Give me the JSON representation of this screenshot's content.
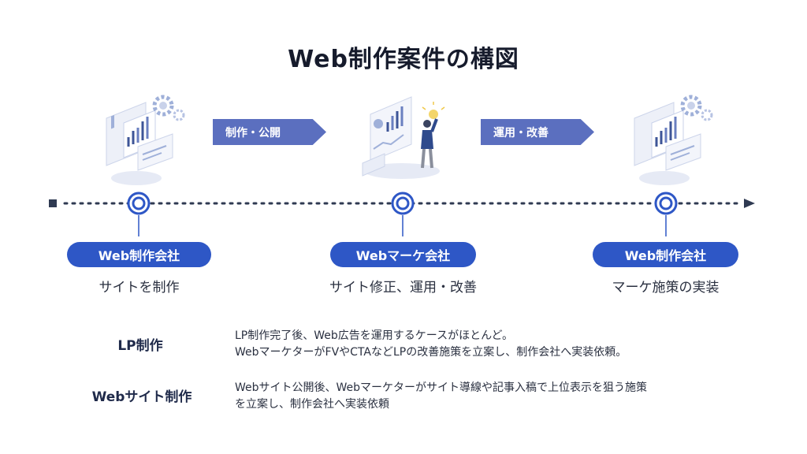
{
  "title": "Web制作案件の構図",
  "flow": {
    "arrows": [
      "制作・公開",
      "運用・改善"
    ],
    "stages": [
      {
        "badge": "Web制作会社",
        "description": "サイトを制作"
      },
      {
        "badge": "Webマーケ会社",
        "description": "サイト修正、運用・改善"
      },
      {
        "badge": "Web制作会社",
        "description": "マーケ施策の実装"
      }
    ]
  },
  "cases": [
    {
      "label": "LP制作",
      "lines": [
        "LP制作完了後、Web広告を運用するケースがほとんど。",
        "WebマーケターがFVやCTAなどLPの改善施策を立案し、制作会社へ実装依頼。"
      ]
    },
    {
      "label": "Webサイト制作",
      "lines": [
        "Webサイト公開後、Webマーケターがサイト導線や記事入稿で上位表示を狙う施策",
        "を立案し、制作会社へ実装依頼"
      ]
    }
  ],
  "colors": {
    "accent": "#2e57c6",
    "arrow": "#5b6fbf",
    "timeline": "#2f3a52",
    "illustration_light": "#dfe5f3",
    "illustration_mid": "#9fb0d9",
    "illustration_dark": "#3e5597"
  },
  "icons": [
    "dashboard-illustration",
    "gear-icon",
    "person-illustration",
    "lightbulb-icon"
  ]
}
